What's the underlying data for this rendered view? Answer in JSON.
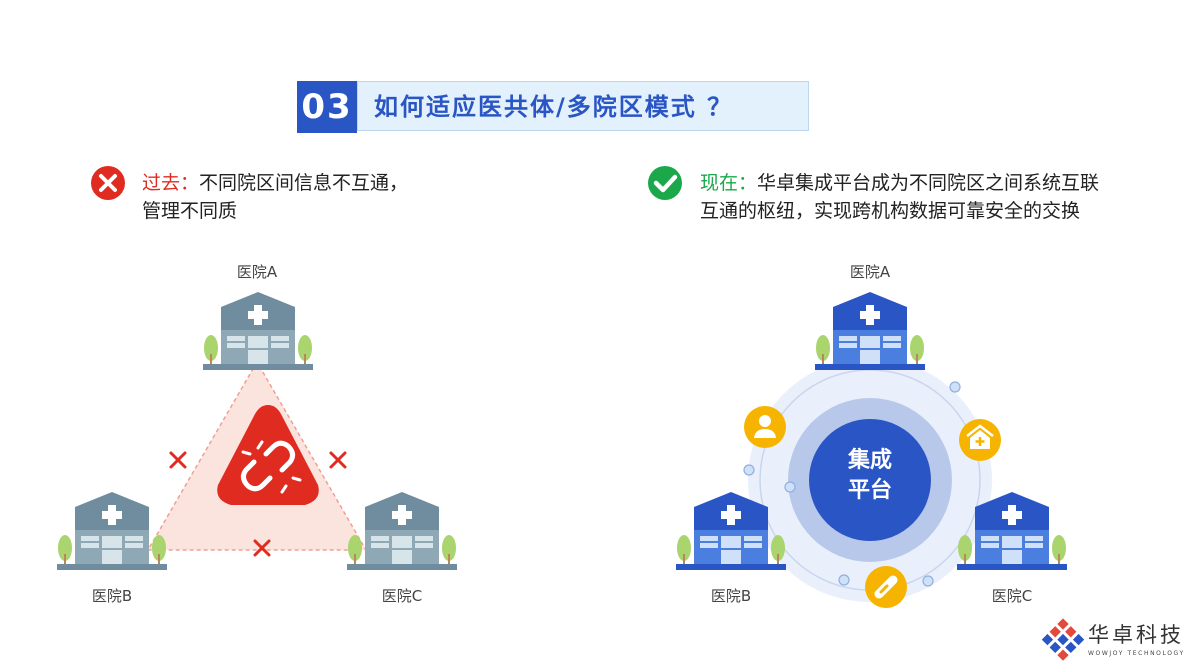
{
  "title": {
    "number": "03",
    "text": "如何适应医共体/多院区模式 ？"
  },
  "past": {
    "label": "过去：",
    "line1": "不同院区间信息不互通，",
    "line2": "管理不同质",
    "color": "#e02b20"
  },
  "present": {
    "label": "现在：",
    "line1": "华卓集成平台成为不同院区之间系统互联",
    "line2": "互通的枢纽，实现跨机构数据可靠安全的交换",
    "color": "#1aa84a"
  },
  "left_diagram": {
    "hospitals": [
      "医院A",
      "医院B",
      "医院C"
    ],
    "building_color": "#7895a6"
  },
  "right_diagram": {
    "hospitals": [
      "医院A",
      "医院B",
      "医院C"
    ],
    "center": [
      "集成",
      "平台"
    ],
    "building_color": "#2e5bc9",
    "accent": "#f6b400"
  },
  "logo": {
    "name": "华卓科技",
    "subtitle": "WOWJOY TECHNOLOGY"
  }
}
